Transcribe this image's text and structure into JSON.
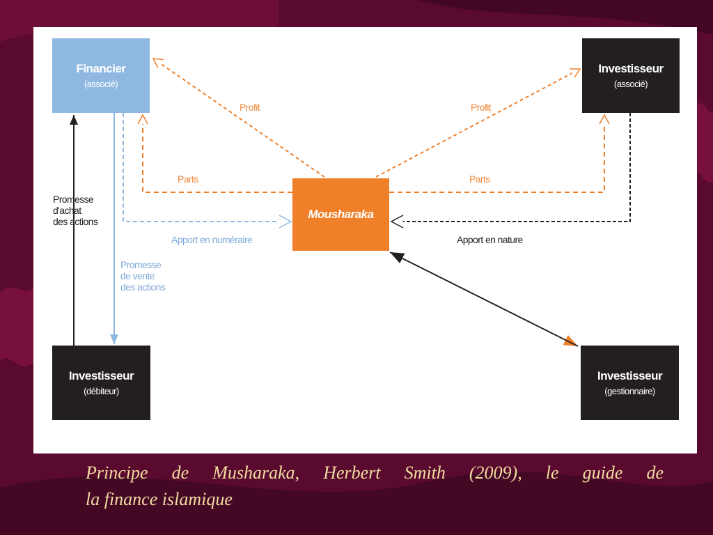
{
  "boxes": {
    "financier": {
      "title": "Financier",
      "sub": "(associé)"
    },
    "investor_associate": {
      "title": "Investisseur",
      "sub": "(associé)"
    },
    "mousharaka": {
      "title": "Mousharaka"
    },
    "investor_debtor": {
      "title": "Investisseur",
      "sub": "(débiteur)"
    },
    "investor_manager": {
      "title": "Investisseur",
      "sub": "(gestionnaire)"
    }
  },
  "labels": {
    "profit_left": "Profit",
    "profit_right": "Profit",
    "parts_left": "Parts",
    "parts_right": "Parts",
    "apport_numeraire": "Apport en numéraire",
    "apport_nature": "Apport en nature",
    "promesse_achat": [
      "Promesse",
      "d'achat",
      "des actions"
    ],
    "promesse_vente": [
      "Promesse",
      "de vente",
      "des actions"
    ]
  },
  "caption": {
    "line1": "Principe de Musharaka, Herbert Smith (2009), le guide de",
    "line2": "la finance islamique"
  },
  "colors": {
    "background": "#5a0a2e",
    "orange": "#f07f2a",
    "blue": "#8fb8e0",
    "dark": "#231f20",
    "caption": "#f1dca0"
  }
}
